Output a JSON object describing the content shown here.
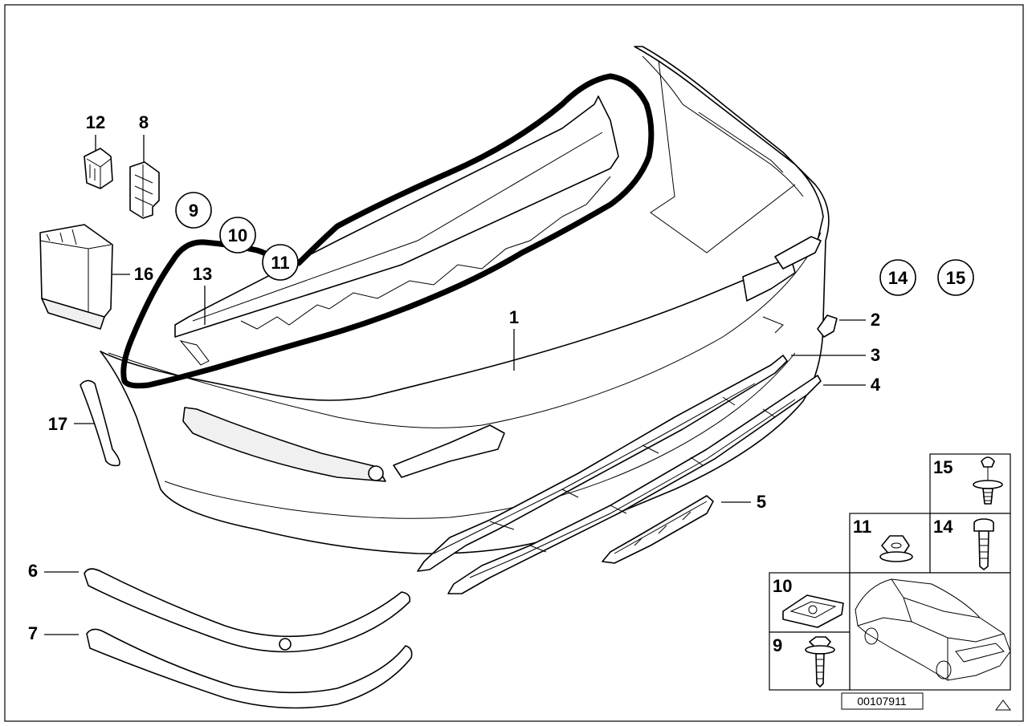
{
  "diagram": {
    "callouts": [
      "1",
      "2",
      "3",
      "4",
      "5",
      "6",
      "7",
      "8",
      "12",
      "13",
      "16",
      "17"
    ],
    "circled_refs": [
      "9",
      "10",
      "11",
      "14",
      "15"
    ],
    "inset_cells": [
      "15",
      "11",
      "14",
      "10",
      "9"
    ],
    "drawing_number": "00107911"
  },
  "colors": {
    "line": "#000000",
    "background": "#ffffff",
    "marker": "#000000"
  }
}
